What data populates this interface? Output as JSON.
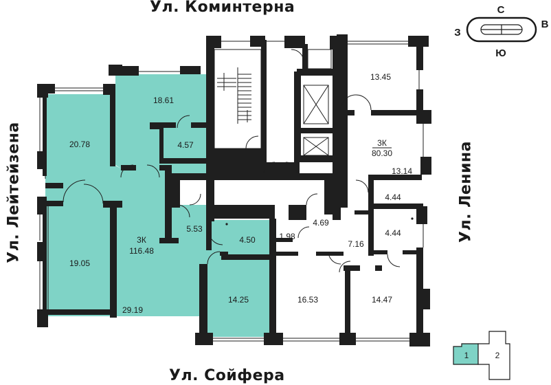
{
  "streets": {
    "top": "Ул. Коминтерна",
    "bottom": "Ул. Сойфера",
    "left": "Ул. Лейтейзена",
    "right": "Ул. Ленина"
  },
  "compass": {
    "north": "С",
    "south": "Ю",
    "west": "З",
    "east": "В"
  },
  "rooms": {
    "r2078": "20.78",
    "r1905": "19.05",
    "r1861": "18.61",
    "r457": "4.57",
    "apt_left_type": "3К",
    "apt_left_area": "116.48",
    "r553": "5.53",
    "r450": "4.50",
    "r1425": "14.25",
    "r2919": "29.19",
    "r198": "1.98",
    "r469": "4.69",
    "r716": "7.16",
    "r1653": "16.53",
    "r1447": "14.47",
    "r1345": "13.45",
    "apt_right_type": "3К",
    "apt_right_area": "80.30",
    "r1314": "13.14",
    "r444a": "4.44",
    "r444b": "4.44"
  },
  "sections": {
    "s1": "1",
    "s2": "2"
  },
  "colors": {
    "highlight": "#7fd3c6",
    "wall": "#1f1f1f"
  }
}
